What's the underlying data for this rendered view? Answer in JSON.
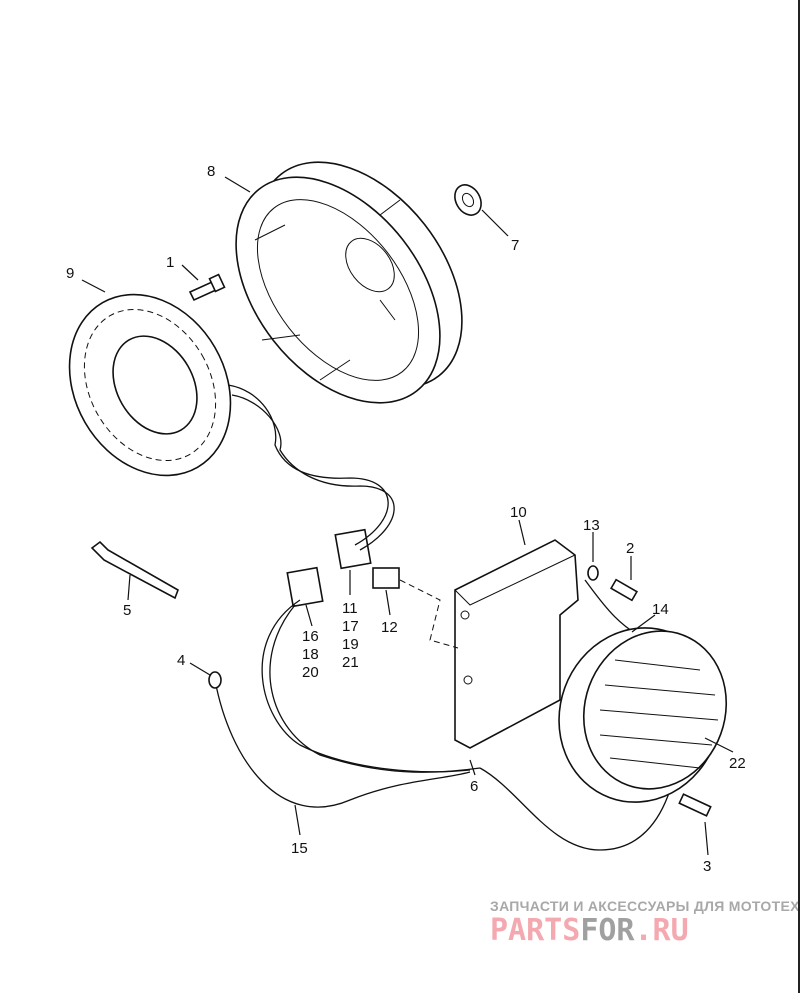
{
  "diagram": {
    "callouts": {
      "c1": "1",
      "c2": "2",
      "c3": "3",
      "c4": "4",
      "c5": "5",
      "c6": "6",
      "c7": "7",
      "c8": "8",
      "c9": "9",
      "c10": "10",
      "c11": "11",
      "c12": "12",
      "c13": "13",
      "c14": "14",
      "c15": "15",
      "c16": "16",
      "c17": "17",
      "c18": "18",
      "c19": "19",
      "c20": "20",
      "c21": "21",
      "c22": "22"
    }
  },
  "watermark": {
    "tagline": "ЗАПЧАСТИ И АКСЕССУАРЫ ДЛЯ МОТОТЕХНИКИ",
    "brand_part1": "PARTS",
    "brand_part2": "FOR",
    "brand_part3": ".RU",
    "colors": {
      "pink": "#f4a9b0",
      "gray": "#a0a0a0"
    }
  }
}
